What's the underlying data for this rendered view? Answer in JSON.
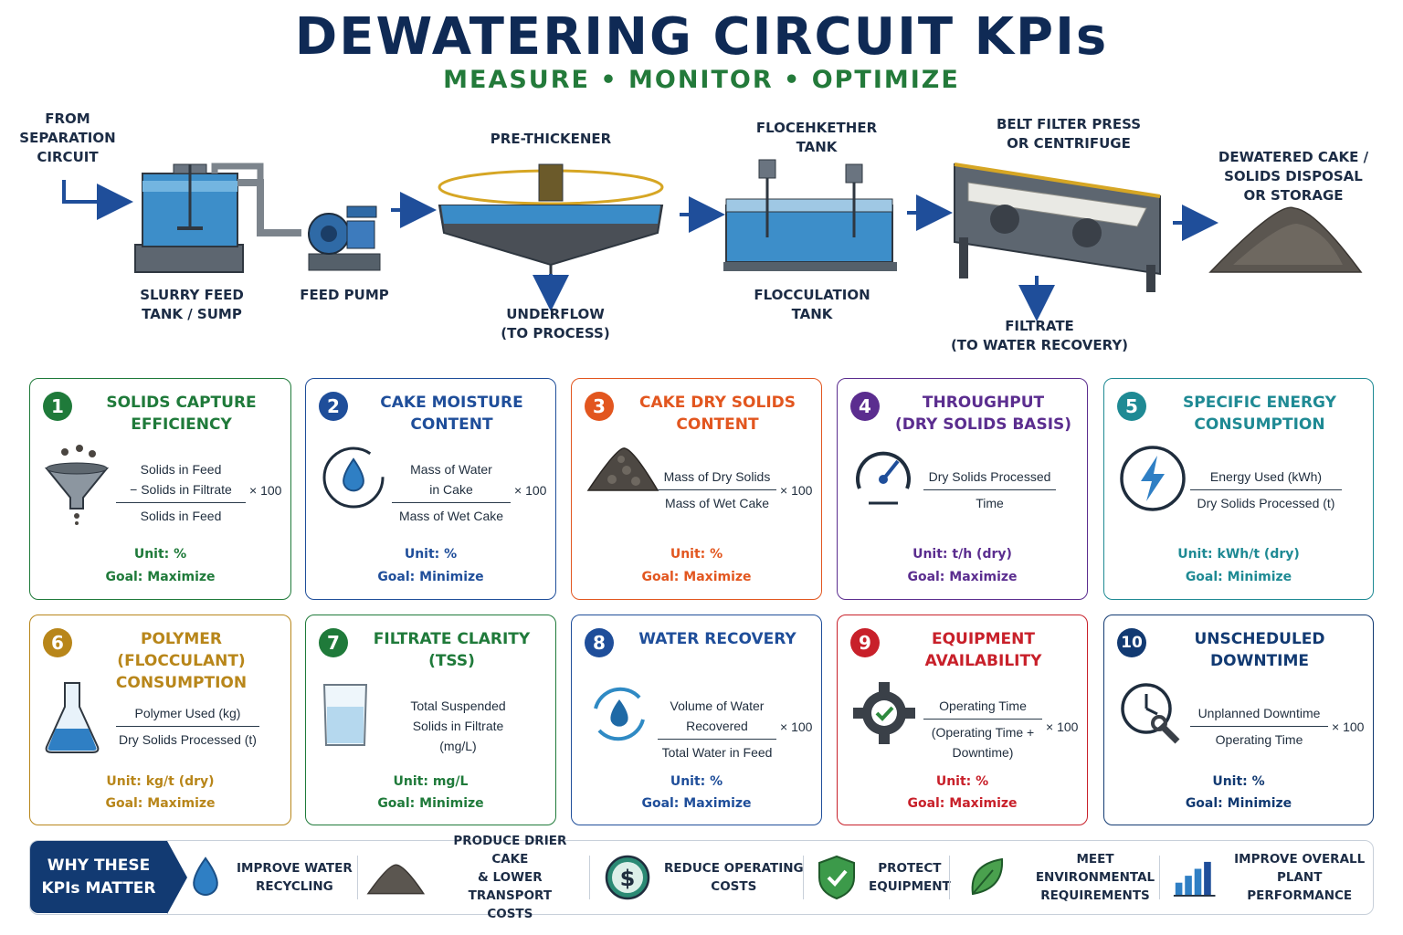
{
  "header": {
    "title": "DEWATERING CIRCUIT KPIs",
    "subtitle": "MEASURE • MONITOR • OPTIMIZE"
  },
  "process": {
    "from_label": "FROM\nSEPARATION\nCIRCUIT",
    "slurry_tank": "SLURRY FEED\nTANK / SUMP",
    "feed_pump": "FEED PUMP",
    "pre_thickener": "PRE-THICKENER",
    "underflow": "UNDERFLOW\n(TO PROCESS)",
    "floc_top": "FLOCEHKETHER\nTANK",
    "floc_bottom": "FLOCCULATION\nTANK",
    "belt_press": "BELT FILTER PRESS\nOR CENTRIFUGE",
    "filtrate": "FILTRATE\n(TO WATER RECOVERY)",
    "cake": "DEWATERED CAKE /\nSOLIDS DISPOSAL\nOR STORAGE"
  },
  "kpis": [
    {
      "num": "1",
      "title": [
        "SOLIDS CAPTURE",
        "EFFICIENCY"
      ],
      "numerator": [
        "Solids in Feed",
        "− Solids in Filtrate"
      ],
      "denominator": [
        "Solids in Feed"
      ],
      "times": "× 100",
      "unit": "Unit: %",
      "goal": "Goal: Maximize",
      "color": "#1f7a3a",
      "icon": "funnel-icon"
    },
    {
      "num": "2",
      "title": [
        "CAKE MOISTURE",
        "CONTENT"
      ],
      "numerator": [
        "Mass of Water",
        "in Cake"
      ],
      "denominator": [
        "Mass of Wet Cake"
      ],
      "times": "× 100",
      "unit": "Unit: %",
      "goal": "Goal: Minimize",
      "color": "#1f4e9a",
      "icon": "water-drop-cycle-icon"
    },
    {
      "num": "3",
      "title": [
        "CAKE DRY SOLIDS",
        "CONTENT"
      ],
      "numerator": [
        "Mass of Dry Solids"
      ],
      "denominator": [
        "Mass of Wet Cake"
      ],
      "times": "× 100",
      "unit": "Unit: %",
      "goal": "Goal: Maximize",
      "color": "#e2561f",
      "icon": "solids-pile-icon"
    },
    {
      "num": "4",
      "title": [
        "THROUGHPUT",
        "(DRY SOLIDS BASIS)"
      ],
      "numerator": [
        "Dry Solids Processed"
      ],
      "denominator": [
        "Time"
      ],
      "times": "",
      "unit": "Unit: t/h (dry)",
      "goal": "Goal: Maximize",
      "color": "#5b2d8f",
      "icon": "gauge-icon"
    },
    {
      "num": "5",
      "title": [
        "SPECIFIC ENERGY",
        "CONSUMPTION"
      ],
      "numerator": [
        "Energy Used (kWh)"
      ],
      "denominator": [
        "Dry Solids Processed (t)"
      ],
      "times": "",
      "unit": "Unit: kWh/t (dry)",
      "goal": "Goal: Minimize",
      "color": "#1f8a94",
      "icon": "lightning-icon"
    },
    {
      "num": "6",
      "title": [
        "POLYMER (FLOCCULANT)",
        "CONSUMPTION"
      ],
      "numerator": [
        "Polymer Used (kg)"
      ],
      "denominator": [
        "Dry Solids Processed (t)"
      ],
      "times": "",
      "unit": "Unit: kg/t (dry)",
      "goal": "Goal: Maximize",
      "color": "#b8861a",
      "icon": "flask-icon"
    },
    {
      "num": "7",
      "title": [
        "FILTRATE CLARITY",
        "(TSS)"
      ],
      "numerator": [
        "Total Suspended",
        "Solids in Filtrate",
        "(mg/L)"
      ],
      "denominator": [],
      "times": "",
      "unit": "Unit: mg/L",
      "goal": "Goal: Minimize",
      "color": "#1f7a3a",
      "icon": "beaker-icon"
    },
    {
      "num": "8",
      "title": [
        "WATER RECOVERY"
      ],
      "numerator": [
        "Volume of Water",
        "Recovered"
      ],
      "denominator": [
        "Total Water in Feed"
      ],
      "times": "× 100",
      "unit": "Unit: %",
      "goal": "Goal: Maximize",
      "color": "#1f4e9a",
      "icon": "water-recycle-icon"
    },
    {
      "num": "9",
      "title": [
        "EQUIPMENT",
        "AVAILABILITY"
      ],
      "numerator": [
        "Operating Time"
      ],
      "denominator": [
        "(Operating Time +",
        "Downtime)"
      ],
      "times": "× 100",
      "unit": "Unit: %",
      "goal": "Goal: Maximize",
      "color": "#c8202a",
      "icon": "gear-check-icon"
    },
    {
      "num": "10",
      "title": [
        "UNSCHEDULED",
        "DOWNTIME"
      ],
      "numerator": [
        "Unplanned Downtime"
      ],
      "denominator": [
        "Operating Time"
      ],
      "times": "× 100",
      "unit": "Unit: %",
      "goal": "Goal: Minimize",
      "color": "#123a72",
      "icon": "clock-wrench-icon"
    }
  ],
  "banner": {
    "heading": [
      "WHY THESE",
      "KPIs MATTER"
    ],
    "items": [
      {
        "lines": [
          "IMPROVE WATER",
          "RECYCLING"
        ],
        "icon": "water-drop-icon"
      },
      {
        "lines": [
          "PRODUCE DRIER CAKE",
          "& LOWER TRANSPORT",
          "COSTS"
        ],
        "icon": "cake-pile-icon"
      },
      {
        "lines": [
          "REDUCE OPERATING",
          "COSTS"
        ],
        "icon": "dollar-coin-icon"
      },
      {
        "lines": [
          "PROTECT",
          "EQUIPMENT"
        ],
        "icon": "shield-check-icon"
      },
      {
        "lines": [
          "MEET ENVIRONMENTAL",
          "REQUIREMENTS"
        ],
        "icon": "leaf-icon"
      },
      {
        "lines": [
          "IMPROVE OVERALL",
          "PLANT PERFORMANCE"
        ],
        "icon": "bar-chart-icon"
      }
    ]
  }
}
